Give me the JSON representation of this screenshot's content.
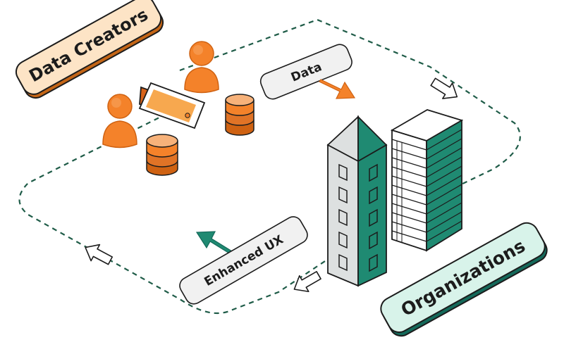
{
  "labels": {
    "data_creators": "Data Creators",
    "data": "Data",
    "enhanced_ux": "Enhanced UX",
    "organizations": "Organizations"
  },
  "colors": {
    "orange": "#f4822a",
    "orange_light": "#f7b27a",
    "orange_dark": "#cf6212",
    "teal": "#1f8a72",
    "teal_dark": "#14695a",
    "mint": "#d8f3ea",
    "peach": "#fde4c6",
    "gray_light": "#dde0e0",
    "outline": "#1c1c1c",
    "dash": "#1f5c48"
  }
}
